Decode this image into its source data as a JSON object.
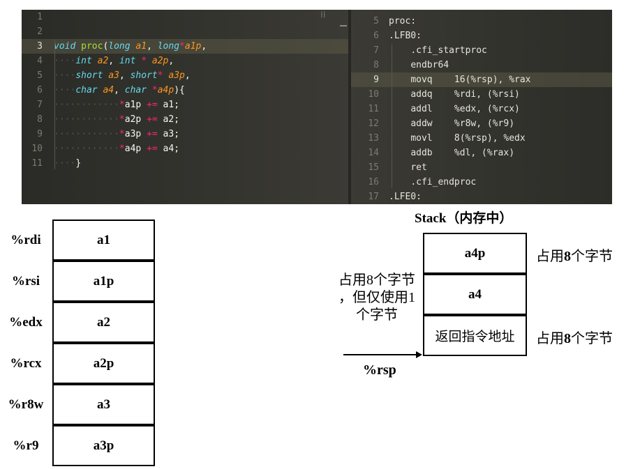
{
  "editor": {
    "c_code": [
      {
        "n": "1",
        "toks": []
      },
      {
        "n": "2",
        "toks": []
      },
      {
        "n": "3",
        "active": true,
        "toks": [
          {
            "c": "kw",
            "t": "void"
          },
          {
            "c": "t",
            "t": " "
          },
          {
            "c": "fn",
            "t": "proc"
          },
          {
            "c": "t",
            "t": "("
          },
          {
            "c": "kw",
            "t": "long"
          },
          {
            "c": "t",
            "t": " "
          },
          {
            "c": "p",
            "t": "a1"
          },
          {
            "c": "t",
            "t": ", "
          },
          {
            "c": "kw",
            "t": "long"
          },
          {
            "c": "op",
            "t": "*"
          },
          {
            "c": "p",
            "t": "a1p"
          },
          {
            "c": "t",
            "t": ","
          }
        ]
      },
      {
        "n": "4",
        "indent": 1,
        "toks": [
          {
            "c": "kw",
            "t": "int"
          },
          {
            "c": "t",
            "t": " "
          },
          {
            "c": "p",
            "t": "a2"
          },
          {
            "c": "t",
            "t": ", "
          },
          {
            "c": "kw",
            "t": "int"
          },
          {
            "c": "t",
            "t": " "
          },
          {
            "c": "op",
            "t": "*"
          },
          {
            "c": "t",
            "t": " "
          },
          {
            "c": "p",
            "t": "a2p"
          },
          {
            "c": "t",
            "t": ","
          }
        ]
      },
      {
        "n": "5",
        "indent": 1,
        "toks": [
          {
            "c": "kw",
            "t": "short"
          },
          {
            "c": "t",
            "t": " "
          },
          {
            "c": "p",
            "t": "a3"
          },
          {
            "c": "t",
            "t": ", "
          },
          {
            "c": "kw",
            "t": "short"
          },
          {
            "c": "op",
            "t": "*"
          },
          {
            "c": "t",
            "t": " "
          },
          {
            "c": "p",
            "t": "a3p"
          },
          {
            "c": "t",
            "t": ","
          }
        ]
      },
      {
        "n": "6",
        "indent": 1,
        "toks": [
          {
            "c": "kw",
            "t": "char"
          },
          {
            "c": "t",
            "t": " "
          },
          {
            "c": "p",
            "t": "a4"
          },
          {
            "c": "t",
            "t": ", "
          },
          {
            "c": "kw",
            "t": "char"
          },
          {
            "c": "t",
            "t": " "
          },
          {
            "c": "op",
            "t": "*"
          },
          {
            "c": "p",
            "t": "a4p"
          },
          {
            "c": "t",
            "t": "){"
          }
        ]
      },
      {
        "n": "7",
        "indent": 2,
        "toks": [
          {
            "c": "op",
            "t": "*"
          },
          {
            "c": "t",
            "t": "a1p "
          },
          {
            "c": "op",
            "t": "+="
          },
          {
            "c": "t",
            "t": " a1;"
          }
        ]
      },
      {
        "n": "8",
        "indent": 2,
        "toks": [
          {
            "c": "op",
            "t": "*"
          },
          {
            "c": "t",
            "t": "a2p "
          },
          {
            "c": "op",
            "t": "+="
          },
          {
            "c": "t",
            "t": " a2;"
          }
        ]
      },
      {
        "n": "9",
        "indent": 2,
        "toks": [
          {
            "c": "op",
            "t": "*"
          },
          {
            "c": "t",
            "t": "a3p "
          },
          {
            "c": "op",
            "t": "+="
          },
          {
            "c": "t",
            "t": " a3;"
          }
        ]
      },
      {
        "n": "10",
        "indent": 2,
        "toks": [
          {
            "c": "op",
            "t": "*"
          },
          {
            "c": "t",
            "t": "a4p "
          },
          {
            "c": "op",
            "t": "+="
          },
          {
            "c": "t",
            "t": " a4;"
          }
        ]
      },
      {
        "n": "11",
        "indent": 1,
        "toks": [
          {
            "c": "t",
            "t": "}"
          }
        ]
      }
    ],
    "asm_code": [
      {
        "n": "5",
        "indent": 0,
        "text": "proc:"
      },
      {
        "n": "6",
        "indent": 0,
        "text": ".LFB0:"
      },
      {
        "n": "7",
        "indent": 1,
        "text": ".cfi_startproc"
      },
      {
        "n": "8",
        "indent": 1,
        "text": "endbr64"
      },
      {
        "n": "9",
        "indent": 1,
        "text": "movq    16(%rsp), %rax",
        "active": true
      },
      {
        "n": "10",
        "indent": 1,
        "text": "addq    %rdi, (%rsi)"
      },
      {
        "n": "11",
        "indent": 1,
        "text": "addl    %edx, (%rcx)"
      },
      {
        "n": "12",
        "indent": 1,
        "text": "addw    %r8w, (%r9)"
      },
      {
        "n": "13",
        "indent": 1,
        "text": "movl    8(%rsp), %edx"
      },
      {
        "n": "14",
        "indent": 1,
        "text": "addb    %dl, (%rax)"
      },
      {
        "n": "15",
        "indent": 1,
        "text": "ret"
      },
      {
        "n": "16",
        "indent": 1,
        "text": ".cfi_endproc"
      },
      {
        "n": "17",
        "indent": 0,
        "text": ".LFE0:"
      }
    ],
    "colors": {
      "keyword": "#66d9ef",
      "function": "#a6e22e",
      "param": "#fd971f",
      "operator": "#f92672",
      "text": "#f8f8f2"
    }
  },
  "registers": [
    {
      "reg": "%rdi",
      "value": "a1"
    },
    {
      "reg": "%rsi",
      "value": "a1p"
    },
    {
      "reg": "%edx",
      "value": "a2"
    },
    {
      "reg": "%rcx",
      "value": "a2p"
    },
    {
      "reg": "%r8w",
      "value": "a3"
    },
    {
      "reg": "%r9",
      "value": "a3p"
    }
  ],
  "stack": {
    "title": "Stack（内存中）",
    "cells": [
      "a4p",
      "a4",
      "返回指令地址"
    ],
    "note_top": {
      "pre": "占用",
      "num": "8",
      "post": "个字节"
    },
    "note_bottom": {
      "pre": "占用",
      "num": "8",
      "post": "个字节"
    },
    "left_note": [
      "占用8个字节",
      "，但仅使用1",
      "个字节"
    ],
    "rsp_label": "%rsp"
  }
}
